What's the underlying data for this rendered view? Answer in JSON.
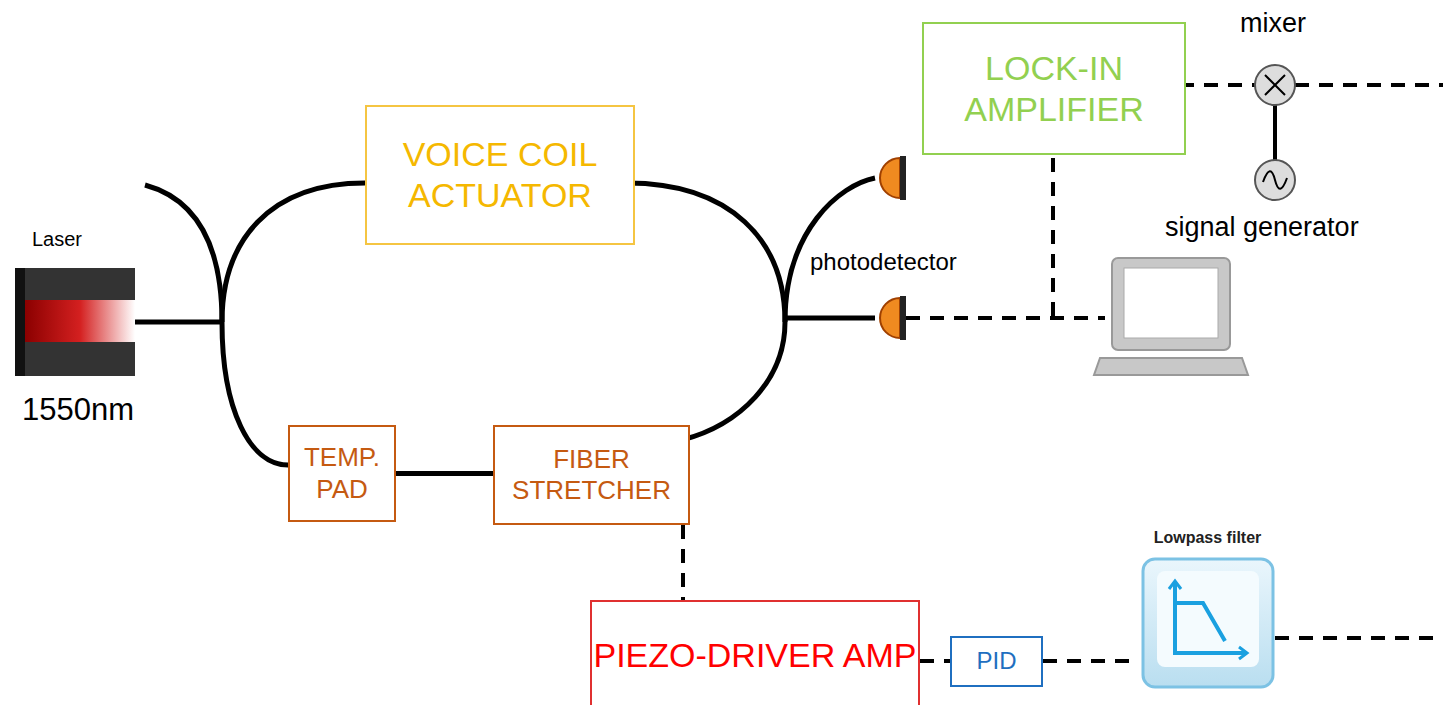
{
  "diagram": {
    "nodes": [
      {
        "text": [
          "LOCK-IN AMPLIFIER"
        ]
      },
      {
        "text": [
          "VOICE COIL ACTUATOR"
        ]
      },
      {
        "text": [
          "TEMP. PAD"
        ]
      },
      {
        "text": [
          "FIBER STRETCHER"
        ]
      },
      {
        "text": [
          "Lowpass filter"
        ]
      },
      {
        "text": [
          "PIEZO-DRIVER AMP"
        ]
      },
      {
        "text": [
          "PID"
        ]
      }
    ],
    "edges": [
      {
        "from": 2,
        "to": 3,
        "arrow": "none"
      },
      {
        "from": 3,
        "to": 5,
        "arrow": "none"
      },
      {
        "from": 5,
        "to": 6,
        "arrow": "none"
      },
      {
        "from": 6,
        "to": 4,
        "arrow": "none"
      }
    ],
    "labels": [
      "mixer",
      "signal generator",
      "Laser",
      "photodetector",
      "1550nm"
    ]
  }
}
